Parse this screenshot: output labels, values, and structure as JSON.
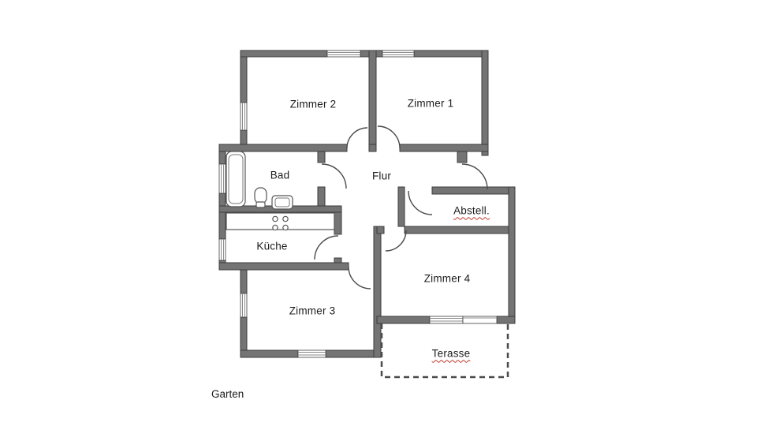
{
  "plan": {
    "labels": {
      "zimmer2": {
        "text": "Zimmer 2"
      },
      "zimmer1": {
        "text": "Zimmer 1"
      },
      "bad": {
        "text": "Bad"
      },
      "flur": {
        "text": "Flur"
      },
      "abstell": {
        "text": "Abstell.",
        "spellcheck_underline": true
      },
      "kueche": {
        "text": "Küche"
      },
      "zimmer4": {
        "text": "Zimmer 4"
      },
      "zimmer3": {
        "text": "Zimmer 3"
      },
      "terasse": {
        "text": "Terasse",
        "spellcheck_underline": true
      },
      "garten": {
        "text": "Garten"
      }
    },
    "colors": {
      "background": "#ffffff",
      "wall_fill": "#747474",
      "wall_outline": "#3d3d3d",
      "door_arc": "#4a4a4a",
      "fixture_outline": "#555555",
      "label_text": "#1c1c1c",
      "spellcheck_underline": "#c0392b"
    },
    "fixtures": [
      {
        "name": "bathtub-icon",
        "room": "Bad"
      },
      {
        "name": "toilet-icon",
        "room": "Bad"
      },
      {
        "name": "washbasin-icon",
        "room": "Bad"
      },
      {
        "name": "stove-icon",
        "room": "Küche"
      }
    ],
    "glyphs": [
      "window-glyph",
      "door-swing-arc",
      "terrace-dashed-outline"
    ]
  }
}
